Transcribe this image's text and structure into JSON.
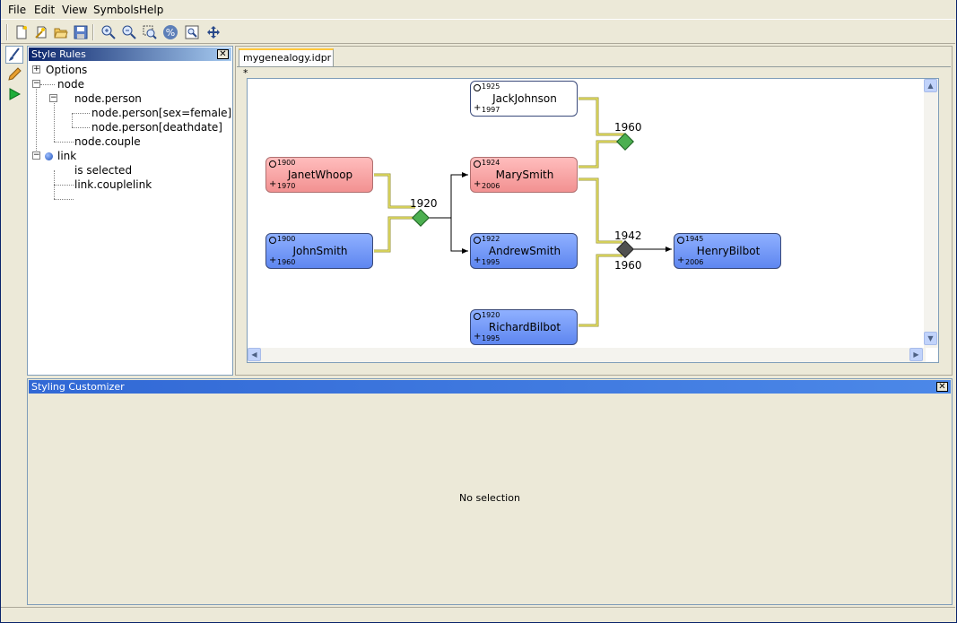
{
  "menu": [
    "File",
    "Edit",
    "View",
    "Symbols",
    "Help"
  ],
  "toolbar": {
    "icons": [
      "new-file-icon",
      "new-wizard-icon",
      "open-folder-icon",
      "save-icon",
      "zoom-in-icon",
      "zoom-out-icon",
      "zoom-box-icon",
      "zoom-fit-icon",
      "zoom-page-icon",
      "pan-icon"
    ],
    "zoom_fit_glyph": "%"
  },
  "side_tools": [
    "style-brush-icon",
    "pencil-icon",
    "run-icon"
  ],
  "style_rules": {
    "title": "Style Rules",
    "close_glyph": "✕",
    "tree": [
      {
        "label": "Options",
        "indent": 0,
        "expander": "+"
      },
      {
        "label": "node",
        "indent": 0,
        "expander": "−"
      },
      {
        "label": "node.person",
        "indent": 1,
        "expander": "−"
      },
      {
        "label": "node.person[sex=female]",
        "indent": 2,
        "expander": ""
      },
      {
        "label": "node.person[deathdate]",
        "indent": 2,
        "expander": ""
      },
      {
        "label": "node.couple",
        "indent": 1,
        "expander": ""
      },
      {
        "label": "link",
        "indent": 0,
        "expander": "−"
      },
      {
        "label": "is selected",
        "indent": 1,
        "expander": ""
      },
      {
        "label": "link.couplelink",
        "indent": 1,
        "expander": ""
      }
    ]
  },
  "editor": {
    "tab_label": "mygenealogy.idpr *",
    "persons": [
      {
        "id": "jack",
        "name": "JackJohnson",
        "birth": "1925",
        "death": "1997",
        "sex": "male"
      },
      {
        "id": "janet",
        "name": "JanetWhoop",
        "birth": "1900",
        "death": "1970",
        "sex": "female"
      },
      {
        "id": "mary",
        "name": "MarySmith",
        "birth": "1924",
        "death": "2006",
        "sex": "female"
      },
      {
        "id": "john",
        "name": "JohnSmith",
        "birth": "1900",
        "death": "1960",
        "sex": "male"
      },
      {
        "id": "andrew",
        "name": "AndrewSmith",
        "birth": "1922",
        "death": "1995",
        "sex": "male"
      },
      {
        "id": "henry",
        "name": "HenryBilbot",
        "birth": "1945",
        "death": "2006",
        "sex": "male"
      },
      {
        "id": "richard",
        "name": "RichardBilbot",
        "birth": "1920",
        "death": "1995",
        "sex": "male"
      }
    ],
    "couples": [
      {
        "id": "c1",
        "label_top": "1920",
        "label_bottom": "",
        "color": "#4caf50"
      },
      {
        "id": "c2",
        "label_top": "1960",
        "label_bottom": "",
        "color": "#4caf50"
      },
      {
        "id": "c3",
        "label_top": "1942",
        "label_bottom": "1960",
        "color": "#505050"
      }
    ],
    "colors": {
      "link": "#e6e060",
      "male": "#6b8ef2",
      "female": "#f7a5a5"
    }
  },
  "customizer": {
    "title": "Styling Customizer",
    "close_glyph": "✕",
    "empty_text": "No selection"
  }
}
